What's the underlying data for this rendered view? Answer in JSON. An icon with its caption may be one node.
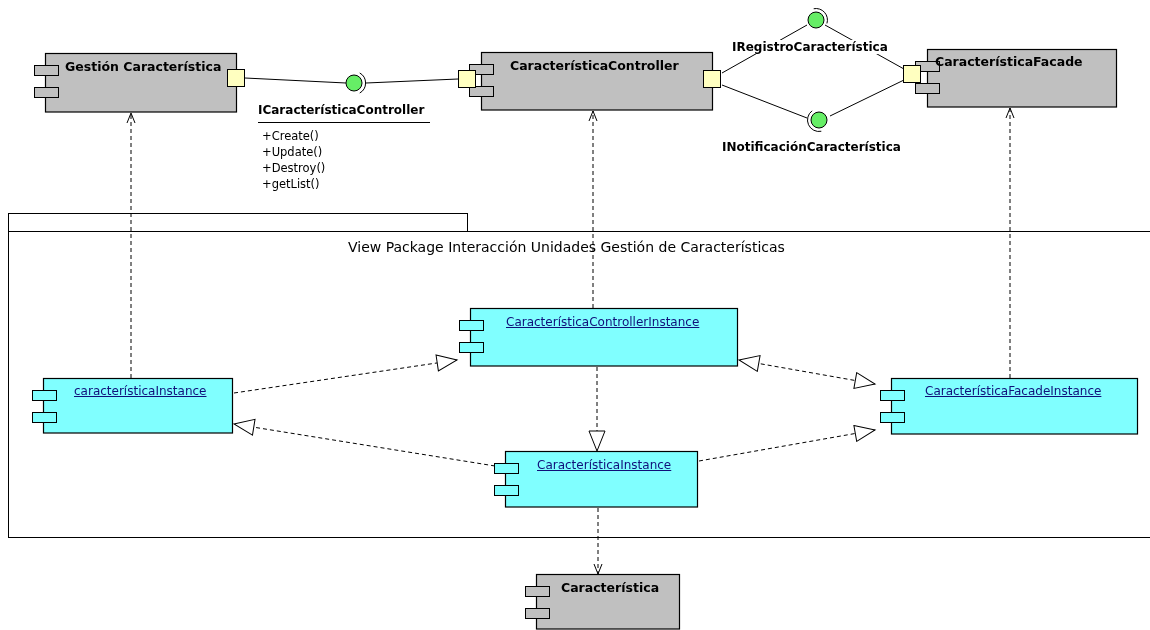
{
  "diagram": {
    "nodes": [
      {
        "text": [
          "Gestión Característica"
        ]
      },
      {
        "text": [
          "CaracterísticaController"
        ]
      },
      {
        "text": [
          "CaracterísticaFacade"
        ]
      },
      {
        "text": [
          "ICaracterísticaController",
          "+Create()",
          "+Update()",
          "+Destroy()",
          "+getList()"
        ]
      },
      {
        "text": [
          "IRegistroCaracterística"
        ]
      },
      {
        "text": [
          "INotificaciónCaracterística"
        ]
      },
      {
        "text": [
          "View Package Interacción Unidades Gestión de Características"
        ]
      },
      {
        "text": [
          "característicaInstance"
        ],
        "in": 6
      },
      {
        "text": [
          "CaracterísticaControllerInstance"
        ],
        "in": 6
      },
      {
        "text": [
          "CaracterísticaFacadeInstance"
        ],
        "in": 6
      },
      {
        "text": [
          "CaracterísticaInstance"
        ],
        "in": 6
      },
      {
        "text": [
          "Característica"
        ]
      }
    ],
    "edges": [
      {
        "from": 0,
        "to": 3,
        "arrow": "none"
      },
      {
        "from": 1,
        "to": 3,
        "arrow": "none"
      },
      {
        "from": 1,
        "to": 4,
        "arrow": "none"
      },
      {
        "from": 2,
        "to": 4,
        "arrow": "none"
      },
      {
        "from": 1,
        "to": 5,
        "arrow": "none"
      },
      {
        "from": 2,
        "to": 5,
        "arrow": "none"
      },
      {
        "from": 7,
        "to": 0,
        "arrow": "to",
        "style": "dashed"
      },
      {
        "from": 8,
        "to": 1,
        "arrow": "to",
        "style": "dashed"
      },
      {
        "from": 9,
        "to": 2,
        "arrow": "to",
        "style": "dashed"
      },
      {
        "from": 10,
        "to": 11,
        "arrow": "to",
        "style": "dashed"
      },
      {
        "from": 7,
        "to": 8,
        "arrow": "to",
        "style": "dashed"
      },
      {
        "from": 10,
        "to": 7,
        "arrow": "to",
        "style": "dashed"
      },
      {
        "from": 8,
        "to": 10,
        "arrow": "to",
        "style": "dashed"
      },
      {
        "from": 9,
        "to": 8,
        "arrow": "both",
        "style": "dashed"
      },
      {
        "from": 10,
        "to": 9,
        "arrow": "to",
        "style": "dashed"
      }
    ]
  }
}
